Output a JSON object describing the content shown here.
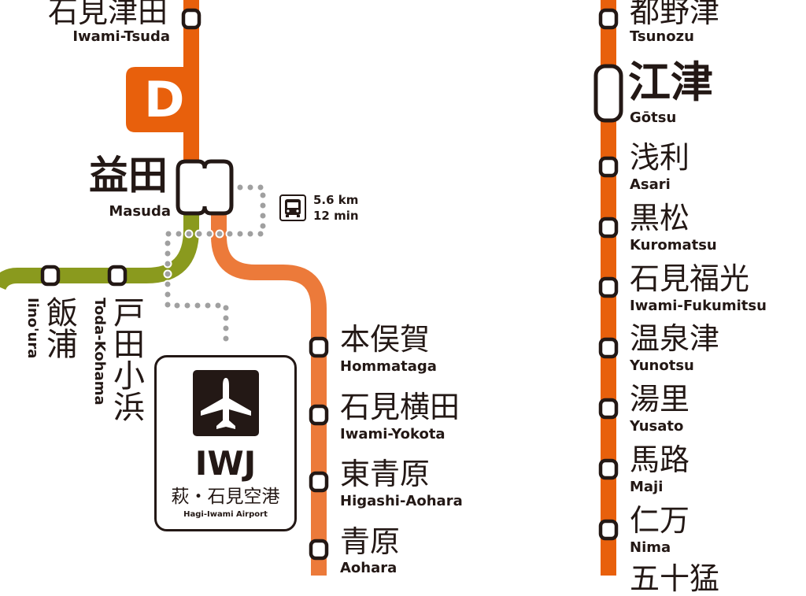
{
  "colors": {
    "main_line": "#e8600c",
    "branch_orange": "#ec7a3a",
    "branch_green": "#8a9a1e",
    "transfer_dots": "#a0a0a0",
    "ink": "#231815"
  },
  "line_badge": {
    "letter": "D"
  },
  "left_line": {
    "iwami_tsuda": {
      "jp": "石見津田",
      "en": "Iwami-Tsuda"
    },
    "masuda": {
      "jp": "益田",
      "en": "Masuda"
    }
  },
  "bus_transfer": {
    "icon": "bus-icon",
    "distance": "5.6 km",
    "time": "12 min"
  },
  "green_branch": [
    {
      "jp": "飯浦",
      "en": "Iino'ura"
    },
    {
      "jp": "戸田小浜",
      "en": "Toda-Kohama"
    }
  ],
  "airport": {
    "icon": "airplane-icon",
    "code": "IWJ",
    "jp": "萩・石見空港",
    "en": "Hagi-Iwami Airport"
  },
  "orange_branch": [
    {
      "jp": "本俣賀",
      "en": "Hommataga"
    },
    {
      "jp": "石見横田",
      "en": "Iwami-Yokota"
    },
    {
      "jp": "東青原",
      "en": "Higashi-Aohara"
    },
    {
      "jp": "青原",
      "en": "Aohara"
    }
  ],
  "right_line": [
    {
      "jp": "都野津",
      "en": "Tsunozu"
    },
    {
      "jp": "江津",
      "en": "Gōtsu"
    },
    {
      "jp": "浅利",
      "en": "Asari"
    },
    {
      "jp": "黒松",
      "en": "Kuromatsu"
    },
    {
      "jp": "石見福光",
      "en": "Iwami-Fukumitsu"
    },
    {
      "jp": "温泉津",
      "en": "Yunotsu"
    },
    {
      "jp": "湯里",
      "en": "Yusato"
    },
    {
      "jp": "馬路",
      "en": "Maji"
    },
    {
      "jp": "仁万",
      "en": "Nima"
    },
    {
      "jp": "五十猛",
      "en": ""
    }
  ]
}
